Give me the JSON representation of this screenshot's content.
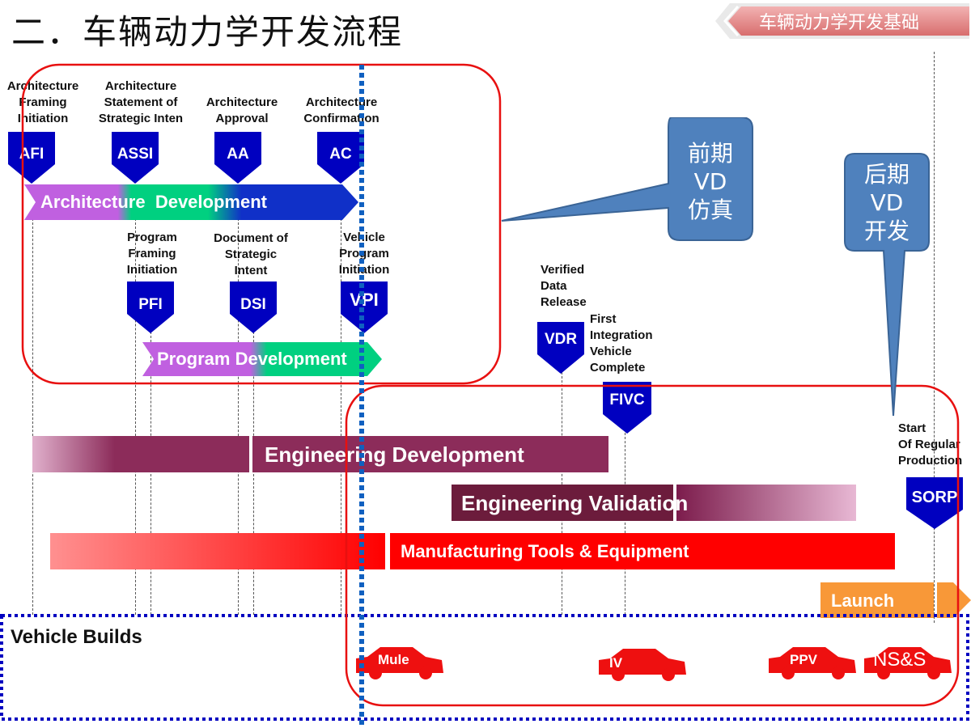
{
  "page": {
    "title": "二．车辆动力学开发流程",
    "tag": "车辆动力学开发基础"
  },
  "milestones": {
    "afi": {
      "label_lines": [
        "Architecture",
        "Framing",
        "Initiation"
      ],
      "code": "AFI"
    },
    "assi": {
      "label_lines": [
        "Architecture",
        "Statement of",
        "Strategic Inten"
      ],
      "code": "ASSI"
    },
    "aa": {
      "label_lines": [
        "Architecture",
        "Approval"
      ],
      "code": "AA"
    },
    "ac": {
      "label_lines": [
        "Architecture",
        "Confirmation"
      ],
      "code": "AC"
    },
    "pfi": {
      "label_lines": [
        "Program",
        "Framing",
        "Initiation"
      ],
      "code": "PFI"
    },
    "dsi": {
      "label_lines": [
        "Document of",
        "Strategic",
        "Intent"
      ],
      "code": "DSI"
    },
    "vpi": {
      "label_lines": [
        "Vehicle",
        "Program",
        "Initiation"
      ],
      "code": "VPI"
    },
    "vdr": {
      "label_lines": [
        "Verified",
        "Data",
        "Release"
      ],
      "code": "VDR"
    },
    "fivc": {
      "label_lines": [
        "First",
        "Integration",
        "Vehicle",
        "Complete"
      ],
      "code": "FIVC"
    },
    "sorp": {
      "label_lines": [
        "Start",
        "Of Regular",
        "Production"
      ],
      "code": "SORP"
    }
  },
  "phases": {
    "architecture_development": "Architecture  Development",
    "program_development": "Program Development",
    "engineering_development": "Engineering Development",
    "engineering_validation": "Engineering Validation",
    "manufacturing": "Manufacturing Tools & Equipment",
    "launch": "Launch"
  },
  "vehicle_builds": {
    "label": "Vehicle Builds",
    "cars": [
      "Mule",
      "IV",
      "PPV",
      "NS&S"
    ]
  },
  "callouts": {
    "early_vd": [
      "前期",
      "VD",
      "仿真"
    ],
    "late_vd": [
      "后期",
      "VD",
      "开发"
    ]
  },
  "colors": {
    "marker_blue": "#0000c0",
    "frame_red": "#e81010",
    "dotted_blue": "#1060c0",
    "callout_blue": "#4f81bd",
    "arch_purple": "#c060e0",
    "arch_green": "#00d080",
    "arch_blue": "#1030c8",
    "eng_dev": "#8c2c5a",
    "eng_val": "#6c1c3c",
    "mfg_red": "#ff0000",
    "launch_orange": "#f89838"
  }
}
